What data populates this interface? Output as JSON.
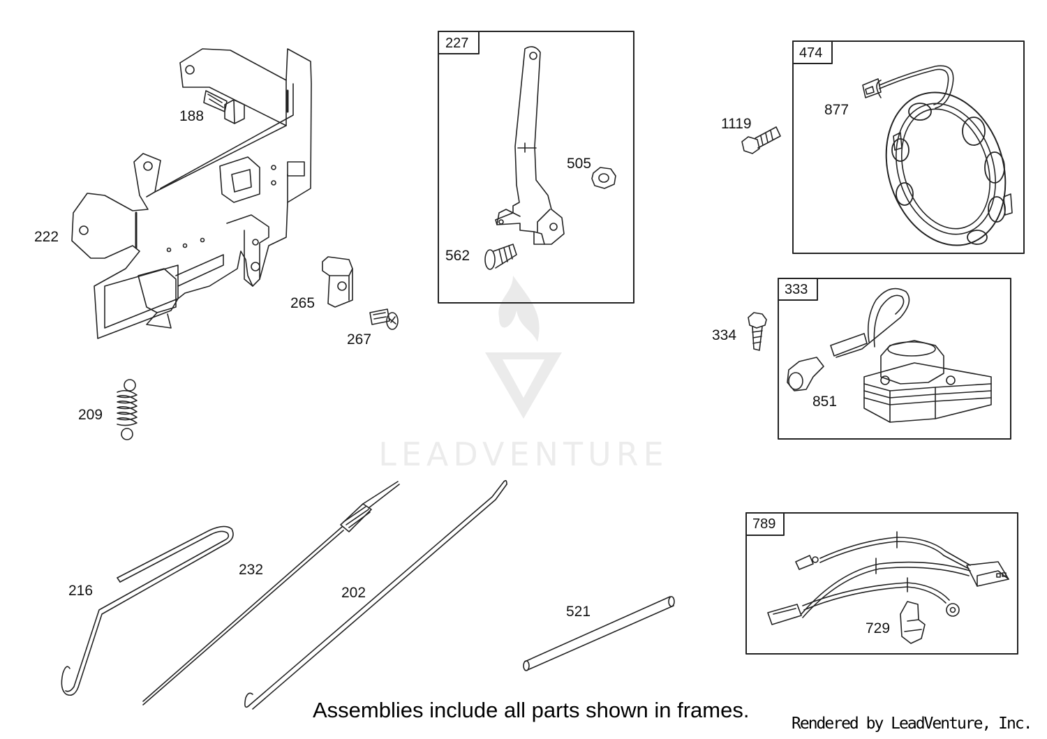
{
  "frames": [
    {
      "id": "frame-227",
      "tag": "227"
    },
    {
      "id": "frame-474",
      "tag": "474"
    },
    {
      "id": "frame-333",
      "tag": "333"
    },
    {
      "id": "frame-789",
      "tag": "789"
    }
  ],
  "callouts": {
    "c188": "188",
    "c222": "222",
    "c265": "265",
    "c267": "267",
    "c209": "209",
    "c505": "505",
    "c562": "562",
    "c1119": "1119",
    "c877": "877",
    "c334": "334",
    "c851": "851",
    "c216": "216",
    "c232": "232",
    "c202": "202",
    "c521": "521",
    "c729": "729"
  },
  "watermark": {
    "brand": "LEADVENTURE"
  },
  "footer": {
    "note": "Assemblies include all parts shown in frames.",
    "credit": "Rendered by LeadVenture, Inc."
  }
}
